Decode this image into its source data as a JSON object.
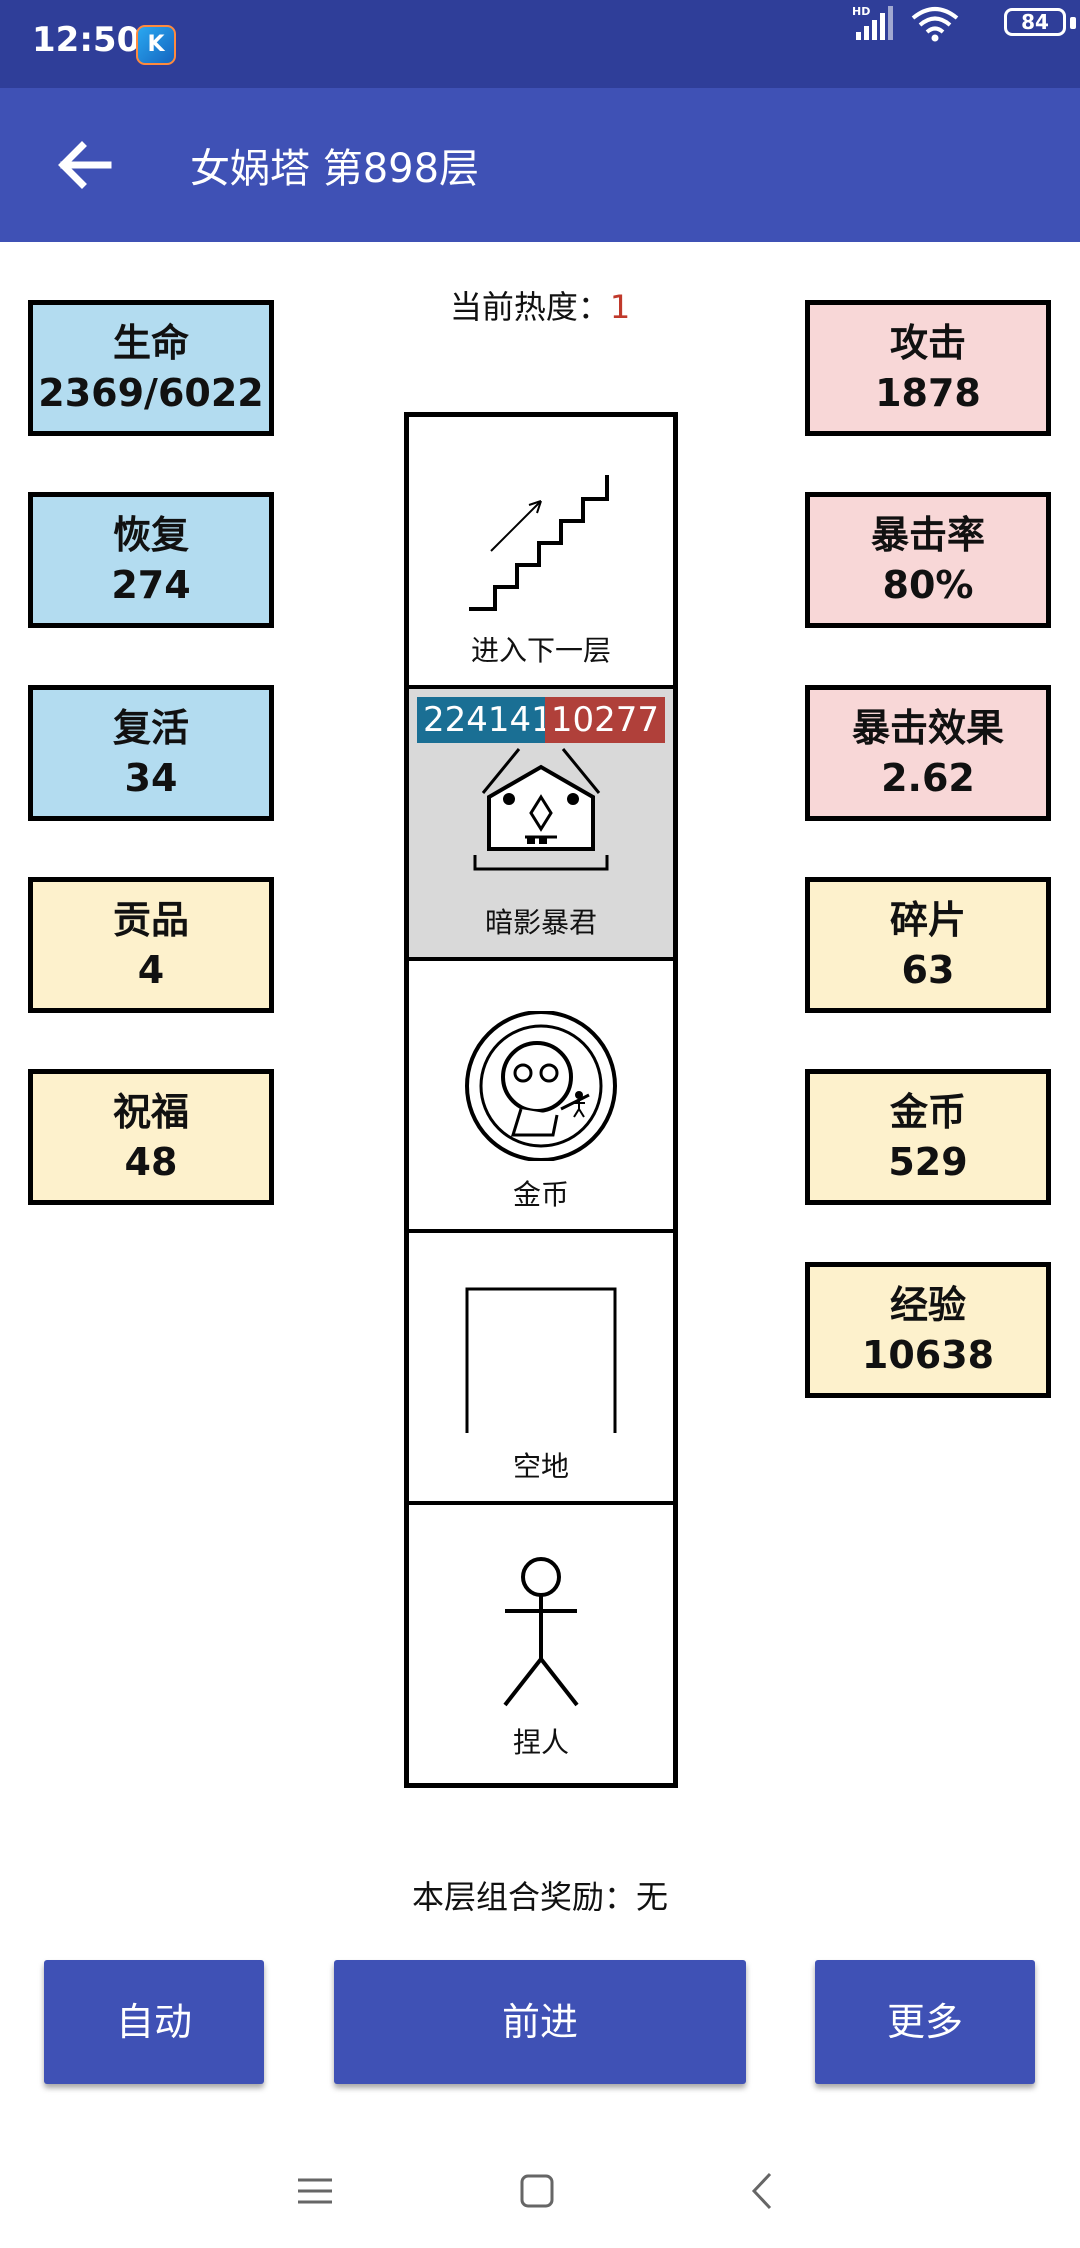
{
  "status_bar": {
    "time": "12:50",
    "app_icon_letter": "K",
    "hd_label": "HD",
    "battery": "84"
  },
  "app_bar": {
    "title": "女娲塔 第898层"
  },
  "heat": {
    "label": "当前热度：",
    "value": "1"
  },
  "left_stats": [
    {
      "label": "生命",
      "value": "2369/6022",
      "color": "#b3dcf0"
    },
    {
      "label": "恢复",
      "value": "274",
      "color": "#b3dcf0"
    },
    {
      "label": "复活",
      "value": "34",
      "color": "#b3dcf0"
    },
    {
      "label": "贡品",
      "value": "4",
      "color": "#fdf1cc"
    },
    {
      "label": "祝福",
      "value": "48",
      "color": "#fdf1cc"
    }
  ],
  "right_stats": [
    {
      "label": "攻击",
      "value": "1878",
      "color": "#f8d7d7"
    },
    {
      "label": "暴击率",
      "value": "80%",
      "color": "#f8d7d7"
    },
    {
      "label": "暴击效果",
      "value": "2.62",
      "color": "#f8d7d7"
    },
    {
      "label": "碎片",
      "value": "63",
      "color": "#fdf1cc"
    },
    {
      "label": "金币",
      "value": "529",
      "color": "#fdf1cc"
    },
    {
      "label": "经验",
      "value": "10638",
      "color": "#fdf1cc"
    }
  ],
  "tower": {
    "floors": [
      {
        "caption": "进入下一层",
        "icon": "stairs-up-icon"
      },
      {
        "caption": "暗影暴君",
        "icon": "monster-icon",
        "hp": "224141",
        "attack": "10277"
      },
      {
        "caption": "金币",
        "icon": "coin-icon"
      },
      {
        "caption": "空地",
        "icon": "empty-square-icon"
      },
      {
        "caption": "捏人",
        "icon": "stick-figure-icon"
      }
    ]
  },
  "reward": {
    "text": "本层组合奖励：无"
  },
  "buttons": {
    "auto": "自动",
    "forward": "前进",
    "more": "更多"
  },
  "colors": {
    "app_bar": "#3f51b5",
    "status_bar": "#2f3e99",
    "hp_badge": "#1a6f94",
    "attack_badge": "#b0403a",
    "heat_value": "#c0392b"
  }
}
